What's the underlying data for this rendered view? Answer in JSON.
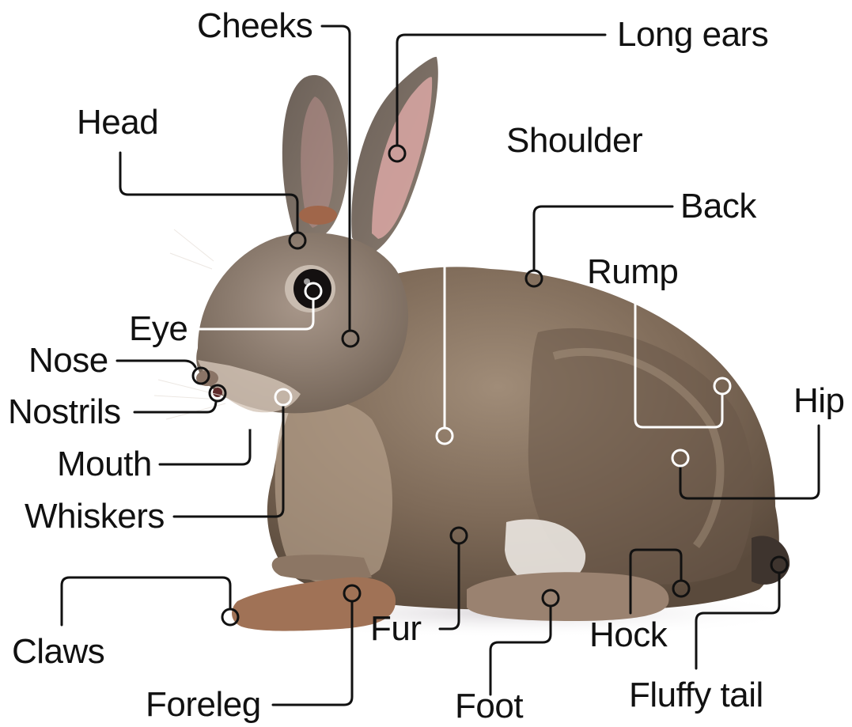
{
  "colors": {
    "background": "#ffffff",
    "text": "#111111",
    "leader_dark": "#111111",
    "leader_light": "#ffffff",
    "fur_light": "#9c8a78",
    "fur_mid": "#7d6a58",
    "fur_dark": "#5a4a3c",
    "fur_rust": "#a0664a",
    "ear_inner": "#d9a3a3",
    "eye": "#141010"
  },
  "labels": {
    "cheeks": "Cheeks",
    "long_ears": "Long ears",
    "head": "Head",
    "shoulder": "Shoulder",
    "back": "Back",
    "rump": "Rump",
    "eye": "Eye",
    "nose": "Nose",
    "nostrils": "Nostrils",
    "mouth": "Mouth",
    "whiskers": "Whiskers",
    "hip": "Hip",
    "fur": "Fur",
    "claws": "Claws",
    "foot": "Foot",
    "hock": "Hock",
    "fluffy_tail": "Fluffy tail",
    "foreleg": "Foreleg"
  }
}
